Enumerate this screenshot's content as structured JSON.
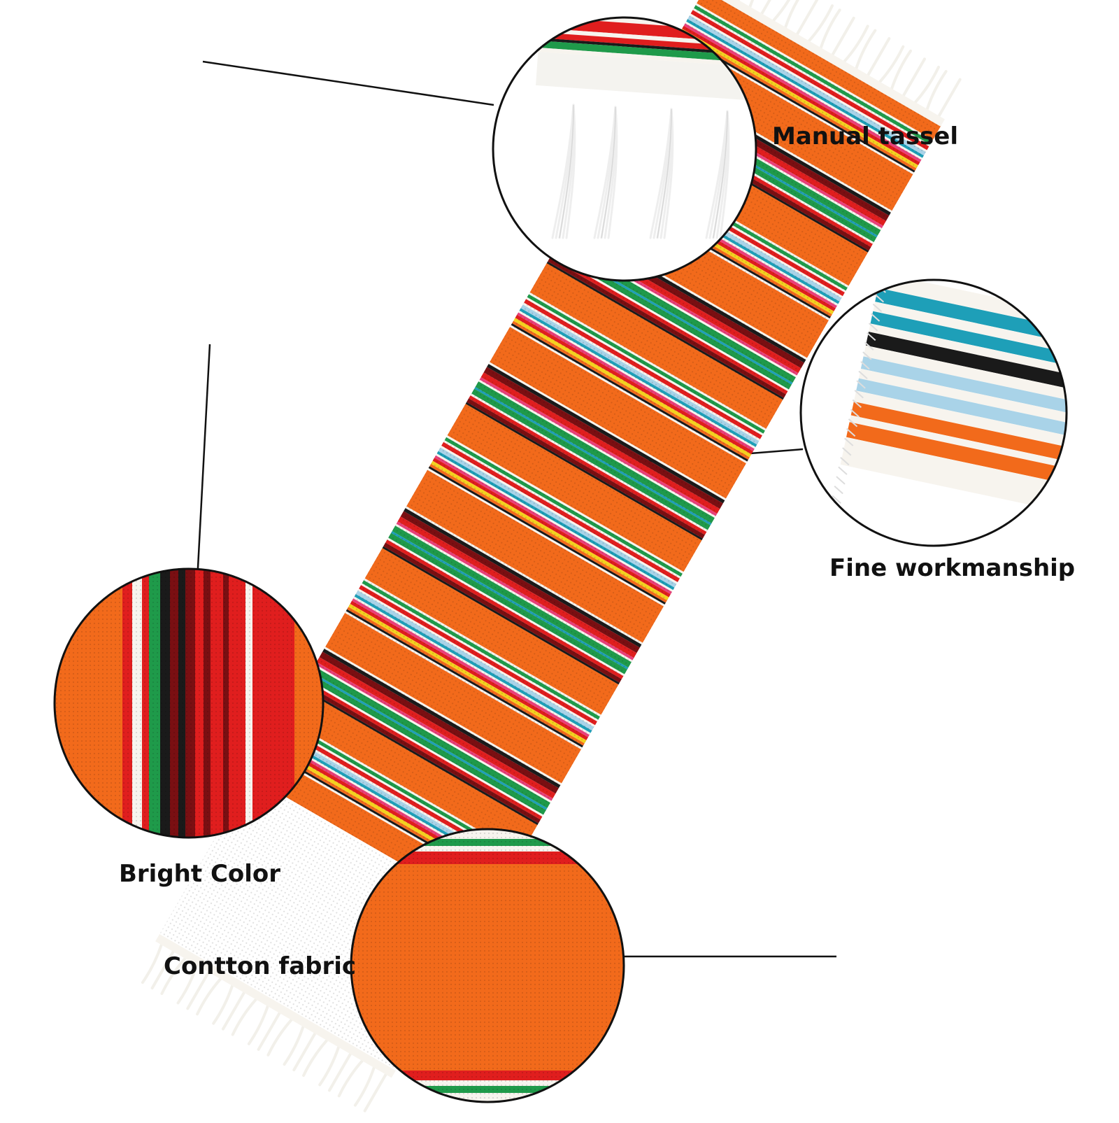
{
  "labels": {
    "manual_tassel": "Manual tassel",
    "fine_workmanship": "Fine workmanship",
    "bright_color": "Bright Color",
    "cotton_fabric": "Contton fabric"
  },
  "colors": {
    "orange": "#f26a1b",
    "red": "#e01e1e",
    "dark_red": "#7a0f12",
    "black": "#1a1a1a",
    "green": "#1f9a4a",
    "teal": "#1e9fb8",
    "light_blue": "#a9d3e8",
    "yellow": "#f4d21f",
    "pink": "#e8407a",
    "white": "#f7f4ee",
    "fringe": "#f2f0ea"
  }
}
